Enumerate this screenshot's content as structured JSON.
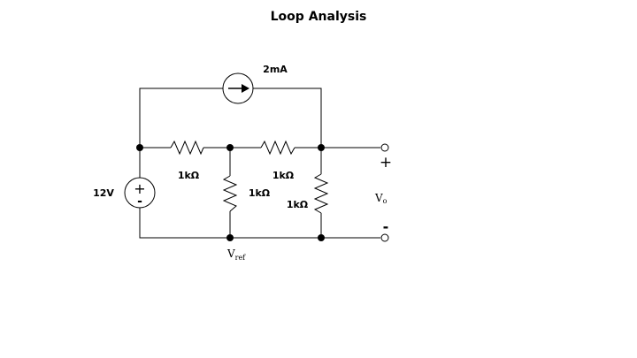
{
  "title": "Loop Analysis",
  "current_source": {
    "label": "2mA"
  },
  "voltage_source": {
    "label": "12V",
    "plus": "+",
    "minus": "-"
  },
  "resistors": {
    "r_top_left": "1kΩ",
    "r_top_right": "1kΩ",
    "r_middle_vertical": "1kΩ",
    "r_right_vertical": "1kΩ"
  },
  "reference_node": {
    "main": "V",
    "subscript": "ref"
  },
  "output": {
    "main": "V",
    "subscript": "o",
    "plus": "+",
    "minus": "-"
  }
}
